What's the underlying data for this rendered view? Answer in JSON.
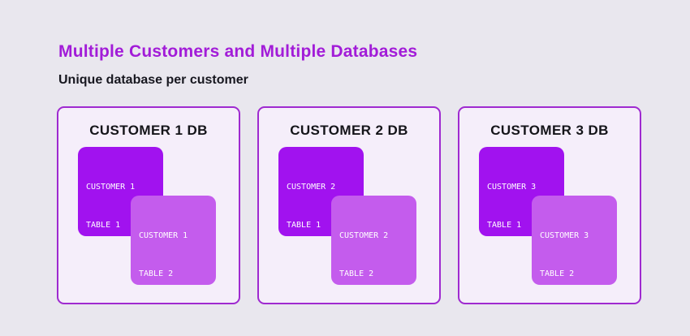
{
  "page": {
    "title": "Multiple Customers and Multiple Databases",
    "subtitle": "Unique database per customer"
  },
  "colors": {
    "background": "#e9e7ee",
    "title": "#a21cd8",
    "card_bg": "#f5eefa",
    "card_border": "#9f2ad0",
    "table1_bg": "#a112ef",
    "table2_bg": "#c45ced",
    "box_text": "#ffffff"
  },
  "cards": [
    {
      "title": "CUSTOMER 1 DB",
      "table1": {
        "line1": "CUSTOMER 1",
        "line2": "TABLE 1"
      },
      "table2": {
        "line1": "CUSTOMER 1",
        "line2": "TABLE 2"
      }
    },
    {
      "title": "CUSTOMER 2 DB",
      "table1": {
        "line1": "CUSTOMER 2",
        "line2": "TABLE 1"
      },
      "table2": {
        "line1": "CUSTOMER 2",
        "line2": "TABLE 2"
      }
    },
    {
      "title": "CUSTOMER 3 DB",
      "table1": {
        "line1": "CUSTOMER 3",
        "line2": "TABLE 1"
      },
      "table2": {
        "line1": "CUSTOMER 3",
        "line2": "TABLE 2"
      }
    }
  ]
}
